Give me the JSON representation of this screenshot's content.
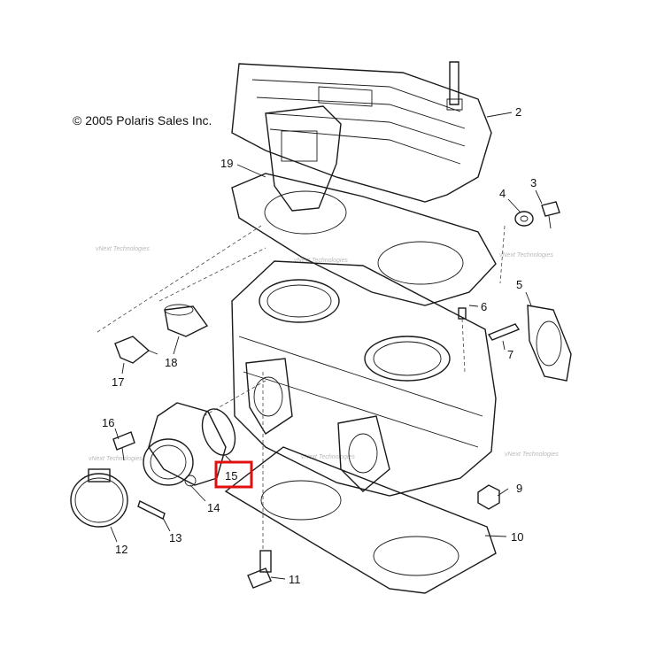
{
  "copyright": "© 2005 Polaris Sales Inc.",
  "watermark": "vNext Technologies",
  "highlight_color": "#e01010",
  "callouts": [
    {
      "id": "2",
      "label": "2"
    },
    {
      "id": "3",
      "label": "3"
    },
    {
      "id": "4",
      "label": "4"
    },
    {
      "id": "5",
      "label": "5"
    },
    {
      "id": "6",
      "label": "6"
    },
    {
      "id": "7",
      "label": "7"
    },
    {
      "id": "9",
      "label": "9"
    },
    {
      "id": "10",
      "label": "10"
    },
    {
      "id": "11",
      "label": "11"
    },
    {
      "id": "12",
      "label": "12"
    },
    {
      "id": "13",
      "label": "13"
    },
    {
      "id": "14",
      "label": "14"
    },
    {
      "id": "15",
      "label": "15",
      "highlighted": true
    },
    {
      "id": "16",
      "label": "16"
    },
    {
      "id": "17",
      "label": "17"
    },
    {
      "id": "18",
      "label": "18"
    },
    {
      "id": "19",
      "label": "19"
    }
  ]
}
